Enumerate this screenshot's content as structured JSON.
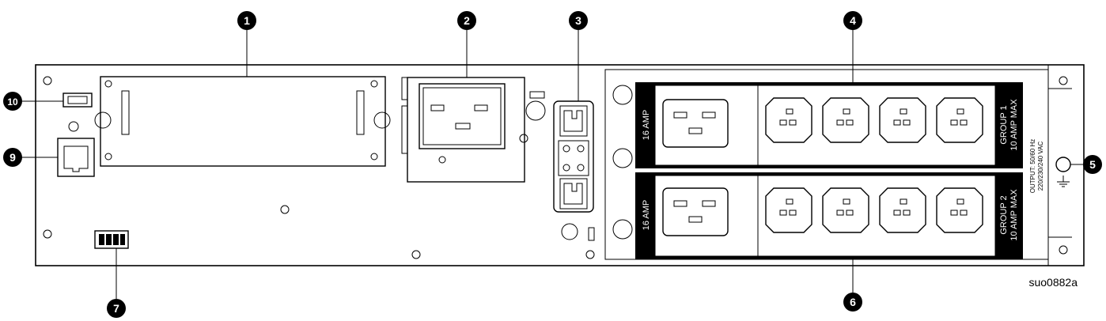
{
  "figure_id": "suo0882a",
  "callouts": [
    "1",
    "2",
    "3",
    "4",
    "5",
    "6",
    "7",
    "9",
    "10"
  ],
  "outlet_labels": {
    "top_large": "16 AMP",
    "bottom_large": "16 AMP",
    "group1_line1": "GROUP 1",
    "group1_line2": "10 AMP MAX",
    "group2_line1": "GROUP 2",
    "group2_line2": "10 AMP MAX"
  },
  "output_spec": {
    "line1": "OUTPUT: 50/60 Hz",
    "line2": "220/230/240 VAC"
  }
}
